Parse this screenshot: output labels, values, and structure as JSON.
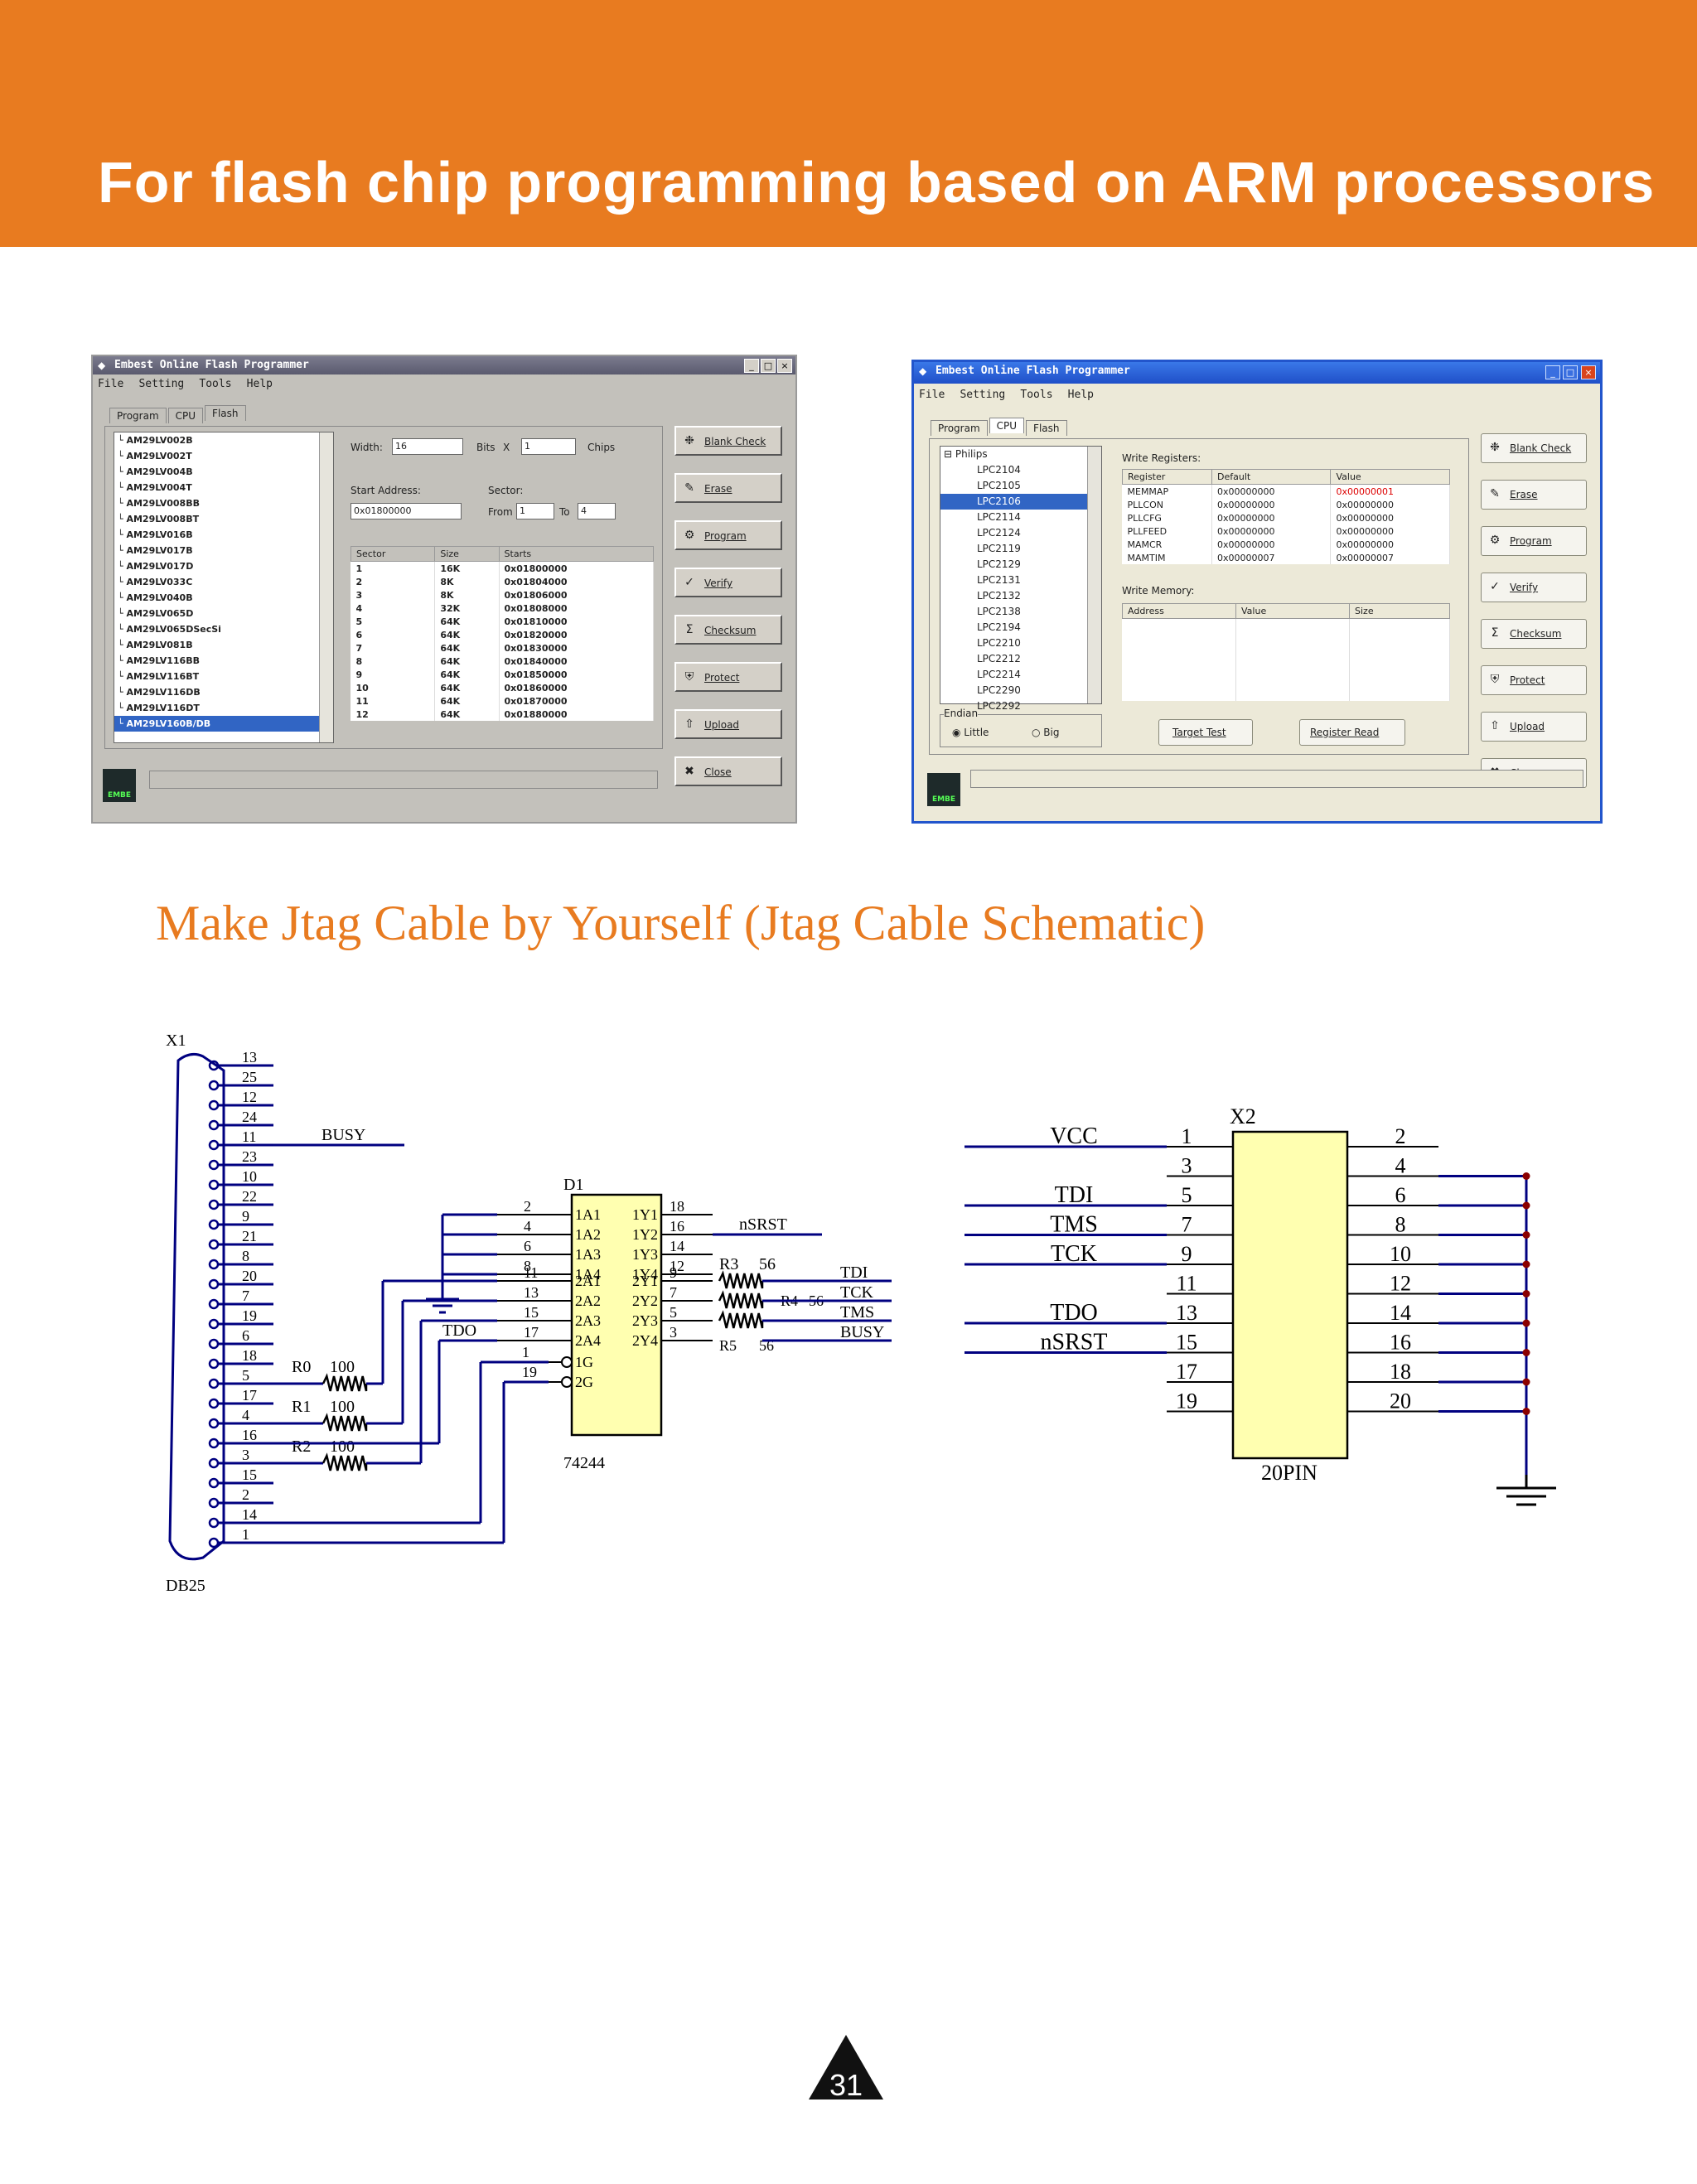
{
  "header": {
    "title": "For flash chip programming based on ARM processors"
  },
  "subtitle": "Make Jtag Cable by Yourself (Jtag Cable Schematic)",
  "page_number": "31",
  "window_a": {
    "title": "Embest Online Flash Programmer",
    "menu": [
      "File",
      "Setting",
      "Tools",
      "Help"
    ],
    "tabs": [
      "Program",
      "CPU",
      "Flash"
    ],
    "chips": [
      "AM29LV002B",
      "AM29LV002T",
      "AM29LV004B",
      "AM29LV004T",
      "AM29LV008BB",
      "AM29LV008BT",
      "AM29LV016B",
      "AM29LV017B",
      "AM29LV017D",
      "AM29LV033C",
      "AM29LV040B",
      "AM29LV065D",
      "AM29LV065DSecSi",
      "AM29LV081B",
      "AM29LV116BB",
      "AM29LV116BT",
      "AM29LV116DB",
      "AM29LV116DT",
      "AM29LV160B/DB"
    ],
    "width_label": "Width:",
    "width_value": "16",
    "bits_label": "Bits",
    "x_label": "X",
    "chips_value": "1",
    "chips_label": "Chips",
    "start_address_label": "Start Address:",
    "start_address_value": "0x01800000",
    "sector_label": "Sector:",
    "from_label": "From",
    "from_value": "1",
    "to_label": "To",
    "to_value": "4",
    "table_headers": [
      "Sector",
      "Size",
      "Starts"
    ],
    "table_rows": [
      [
        "1",
        "16K",
        "0x01800000"
      ],
      [
        "2",
        "8K",
        "0x01804000"
      ],
      [
        "3",
        "8K",
        "0x01806000"
      ],
      [
        "4",
        "32K",
        "0x01808000"
      ],
      [
        "5",
        "64K",
        "0x01810000"
      ],
      [
        "6",
        "64K",
        "0x01820000"
      ],
      [
        "7",
        "64K",
        "0x01830000"
      ],
      [
        "8",
        "64K",
        "0x01840000"
      ],
      [
        "9",
        "64K",
        "0x01850000"
      ],
      [
        "10",
        "64K",
        "0x01860000"
      ],
      [
        "11",
        "64K",
        "0x01870000"
      ],
      [
        "12",
        "64K",
        "0x01880000"
      ]
    ],
    "buttons": [
      "Blank Check",
      "Erase",
      "Program",
      "Verify",
      "Checksum",
      "Protect",
      "Upload",
      "Close"
    ],
    "logo_text": "EMBE"
  },
  "window_b": {
    "title": "Embest Online Flash Programmer",
    "menu": [
      "File",
      "Setting",
      "Tools",
      "Help"
    ],
    "tabs": [
      "Program",
      "CPU",
      "Flash"
    ],
    "tree_root": "Philips",
    "cpus": [
      "LPC2104",
      "LPC2105",
      "LPC2106",
      "LPC2114",
      "LPC2124",
      "LPC2119",
      "LPC2129",
      "LPC2131",
      "LPC2132",
      "LPC2138",
      "LPC2194",
      "LPC2210",
      "LPC2212",
      "LPC2214",
      "LPC2290",
      "LPC2292"
    ],
    "selected_cpu": "LPC2106",
    "write_registers_label": "Write Registers:",
    "reg_headers": [
      "Register",
      "Default",
      "Value"
    ],
    "reg_rows": [
      [
        "MEMMAP",
        "0x00000000",
        "0x00000001"
      ],
      [
        "PLLCON",
        "0x00000000",
        "0x00000000"
      ],
      [
        "PLLCFG",
        "0x00000000",
        "0x00000000"
      ],
      [
        "PLLFEED",
        "0x00000000",
        "0x00000000"
      ],
      [
        "MAMCR",
        "0x00000000",
        "0x00000000"
      ],
      [
        "MAMTIM",
        "0x00000007",
        "0x00000007"
      ]
    ],
    "write_memory_label": "Write Memory:",
    "mem_headers": [
      "Address",
      "Value",
      "Size"
    ],
    "endian_label": "Endian",
    "endian_little": "Little",
    "endian_big": "Big",
    "target_test": "Target Test",
    "register_read": "Register Read",
    "buttons": [
      "Blank Check",
      "Erase",
      "Program",
      "Verify",
      "Checksum",
      "Protect",
      "Upload",
      "Close"
    ],
    "logo_text": "EMBE"
  },
  "schematic": {
    "x1_label": "X1",
    "db25_label": "DB25",
    "db25_pins": [
      "13",
      "25",
      "12",
      "24",
      "11",
      "23",
      "10",
      "22",
      "9",
      "21",
      "8",
      "20",
      "7",
      "19",
      "6",
      "18",
      "5",
      "17",
      "4",
      "16",
      "3",
      "15",
      "2",
      "14",
      "1"
    ],
    "busy": "BUSY",
    "resistors": [
      {
        "name": "R0",
        "value": "100"
      },
      {
        "name": "R1",
        "value": "100"
      },
      {
        "name": "R2",
        "value": "100"
      }
    ],
    "tdo_left": "TDO",
    "d1_label": "D1",
    "ic_label": "74244",
    "ic_inputs_left": [
      "1A1",
      "1A2",
      "1A3",
      "1A4",
      "2A1",
      "2A2",
      "2A3",
      "2A4"
    ],
    "ic_outputs": [
      "1Y1",
      "1Y2",
      "1Y3",
      "1Y4",
      "2Y1",
      "2Y2",
      "2Y3",
      "2Y4"
    ],
    "ic_enables": [
      "1G",
      "2G"
    ],
    "ic_left_pins": [
      "2",
      "4",
      "6",
      "8",
      "11",
      "13",
      "15",
      "17",
      "1",
      "19"
    ],
    "ic_right_pins": [
      "18",
      "16",
      "14",
      "12",
      "9",
      "7",
      "5",
      "3"
    ],
    "nsrst_out": "nSRST",
    "right_resistors": [
      {
        "name": "R3",
        "value": "56"
      },
      {
        "name": "R4",
        "value": "56"
      },
      {
        "name": "R5",
        "value": "56"
      }
    ],
    "jtag_outputs": [
      "TDI",
      "TCK",
      "TMS",
      "BUSY"
    ],
    "x2_label": "X2",
    "x2_part": "20PIN",
    "x2_left_pins": [
      "1",
      "3",
      "5",
      "7",
      "9",
      "11",
      "13",
      "15",
      "17",
      "19"
    ],
    "x2_right_pins": [
      "2",
      "4",
      "6",
      "8",
      "10",
      "12",
      "14",
      "16",
      "18",
      "20"
    ],
    "x2_signals": [
      "VCC",
      "TDI",
      "TMS",
      "TCK",
      "TDO",
      "nSRST"
    ]
  },
  "colors": {
    "banner": "#e87b20",
    "subtitle": "#e87b20",
    "ic_fill": "#ffffb0",
    "wire": "#000080"
  }
}
